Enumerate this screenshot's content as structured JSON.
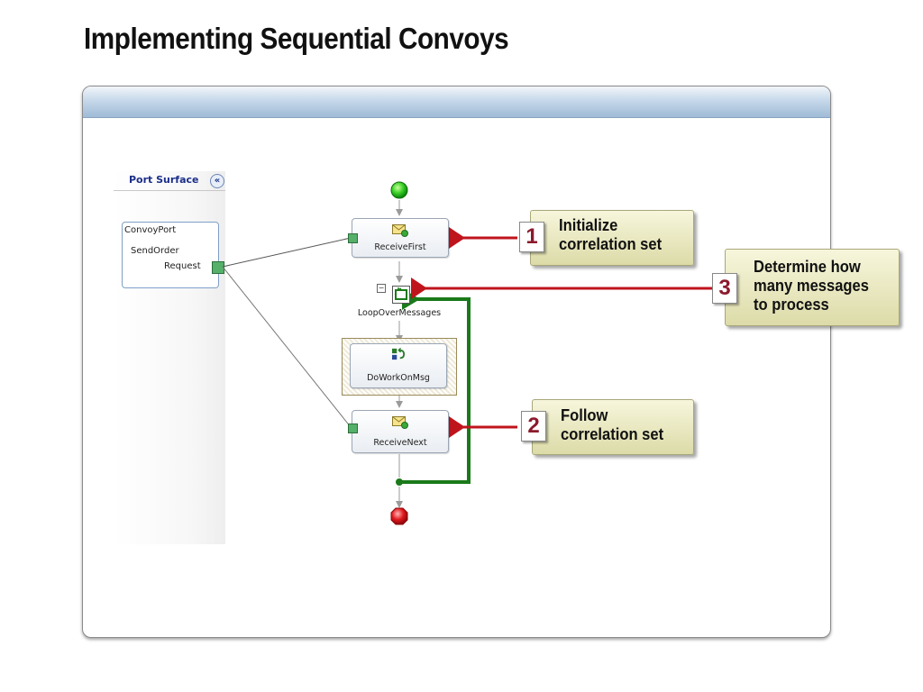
{
  "title": "Implementing Sequential Convoys",
  "port_surface": {
    "title": "Port Surface",
    "collapse_glyph": "«",
    "port": {
      "name": "ConvoyPort",
      "operation": "SendOrder",
      "message": "Request"
    }
  },
  "orchestration": {
    "shapes": [
      {
        "id": "receive_first",
        "label": "ReceiveFirst",
        "icon": "receive-message-icon"
      },
      {
        "id": "loop",
        "label": "LoopOverMessages",
        "icon": "loop-icon"
      },
      {
        "id": "do_work",
        "label": "DoWorkOnMsg",
        "icon": "call-orchestration-icon"
      },
      {
        "id": "receive_next",
        "label": "ReceiveNext",
        "icon": "receive-message-icon"
      }
    ],
    "start_icon": "start-shape-icon",
    "end_icon": "end-shape-icon",
    "loop_back_color": "#1a7a1a"
  },
  "callouts": [
    {
      "number": "1",
      "text": "Initialize\ncorrelation set"
    },
    {
      "number": "2",
      "text": "Follow\ncorrelation set"
    },
    {
      "number": "3",
      "text": "Determine how\nmany messages\nto process"
    }
  ],
  "colors": {
    "arrow": "#c0141c",
    "callout_number": "#8b1a2c",
    "port_title": "#1b2f8a"
  }
}
